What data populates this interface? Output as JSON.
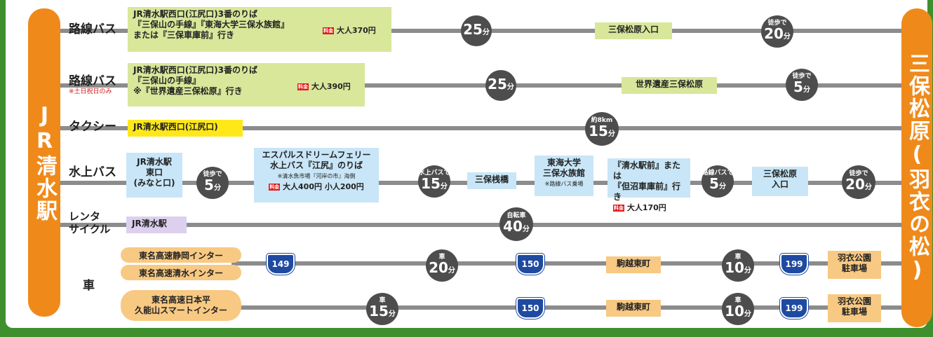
{
  "origin": "JR清水駅",
  "destination": "三保松原(羽衣の松)",
  "routes": {
    "bus1": {
      "mode": "路線バス",
      "box_line1": "JR清水駅西口(江尻口)3番のりば",
      "box_line2": "『三保山の手線』『東海大学三保水族館』",
      "box_line3": "または『三保車庫前』行き",
      "fee_icon": "料金",
      "fee": "大人370円",
      "time1_value": "25",
      "time1_unit": "分",
      "stop": "三保松原入口",
      "walk_label": "徒歩で",
      "walk_value": "20",
      "walk_unit": "分"
    },
    "bus2": {
      "mode": "路線バス",
      "note": "※土日祝日のみ",
      "box_line1": "JR清水駅西口(江尻口)3番のりば",
      "box_line2": "『三保山の手線』",
      "box_line3": "※『世界遺産三保松原』行き",
      "fee_icon": "料金",
      "fee": "大人390円",
      "time1_value": "25",
      "time1_unit": "分",
      "stop": "世界遺産三保松原",
      "walk_label": "徒歩で",
      "walk_value": "5",
      "walk_unit": "分"
    },
    "taxi": {
      "mode": "タクシー",
      "box": "JR清水駅西口(江尻口)",
      "dist": "約8km",
      "time_value": "15",
      "time_unit": "分"
    },
    "waterbus": {
      "mode": "水上バス",
      "start_line1": "JR清水駅",
      "start_line2": "東口",
      "start_line3": "(みなと口)",
      "walk_label": "徒歩で",
      "walk_value": "5",
      "walk_unit": "分",
      "ferry_line1": "エスパルスドリームフェリー",
      "ferry_line2": "水上バス『江尻』のりば",
      "ferry_note": "※清水魚市場『河岸の市』海側",
      "fee_icon": "料金",
      "ferry_fee": "大人400円 小人200円",
      "boat_label": "水上バスで",
      "boat_value": "15",
      "boat_unit": "分",
      "pier": "三保桟橋",
      "aq_line1": "東海大学",
      "aq_line2": "三保水族館",
      "aq_note": "※路線バス乗場",
      "bus_line1": "『清水駅前』または",
      "bus_line2": "『但沼車庫前』行き",
      "bus_fee": "大人170円",
      "bus_label": "路線バスで",
      "bus_value": "5",
      "bus_unit": "分",
      "stop_line1": "三保松原",
      "stop_line2": "入口",
      "walk2_label": "徒歩で",
      "walk2_value": "20",
      "walk2_unit": "分"
    },
    "cycle": {
      "mode_line1": "レンタ",
      "mode_line2": "サイクル",
      "box": "JR清水駅",
      "label": "自転車",
      "time_value": "40",
      "time_unit": "分"
    },
    "car": {
      "mode": "車",
      "ic1": "東名高速静岡インター",
      "ic2": "東名高速清水インター",
      "route149": "149",
      "car_label": "車",
      "t1_value": "20",
      "t1_unit": "分",
      "route150": "150",
      "stop": "駒越東町",
      "t2_value": "10",
      "t2_unit": "分",
      "route199": "199",
      "park_line1": "羽衣公園",
      "park_line2": "駐車場",
      "ic3_line1": "東名高速日本平",
      "ic3_line2": "久能山スマートインター",
      "t3_value": "15",
      "t3_unit": "分",
      "route150b": "150",
      "stop_b": "駒越東町",
      "t4_value": "10",
      "t4_unit": "分",
      "route199b": "199",
      "park_b_line1": "羽衣公園",
      "park_b_line2": "駐車場"
    }
  }
}
